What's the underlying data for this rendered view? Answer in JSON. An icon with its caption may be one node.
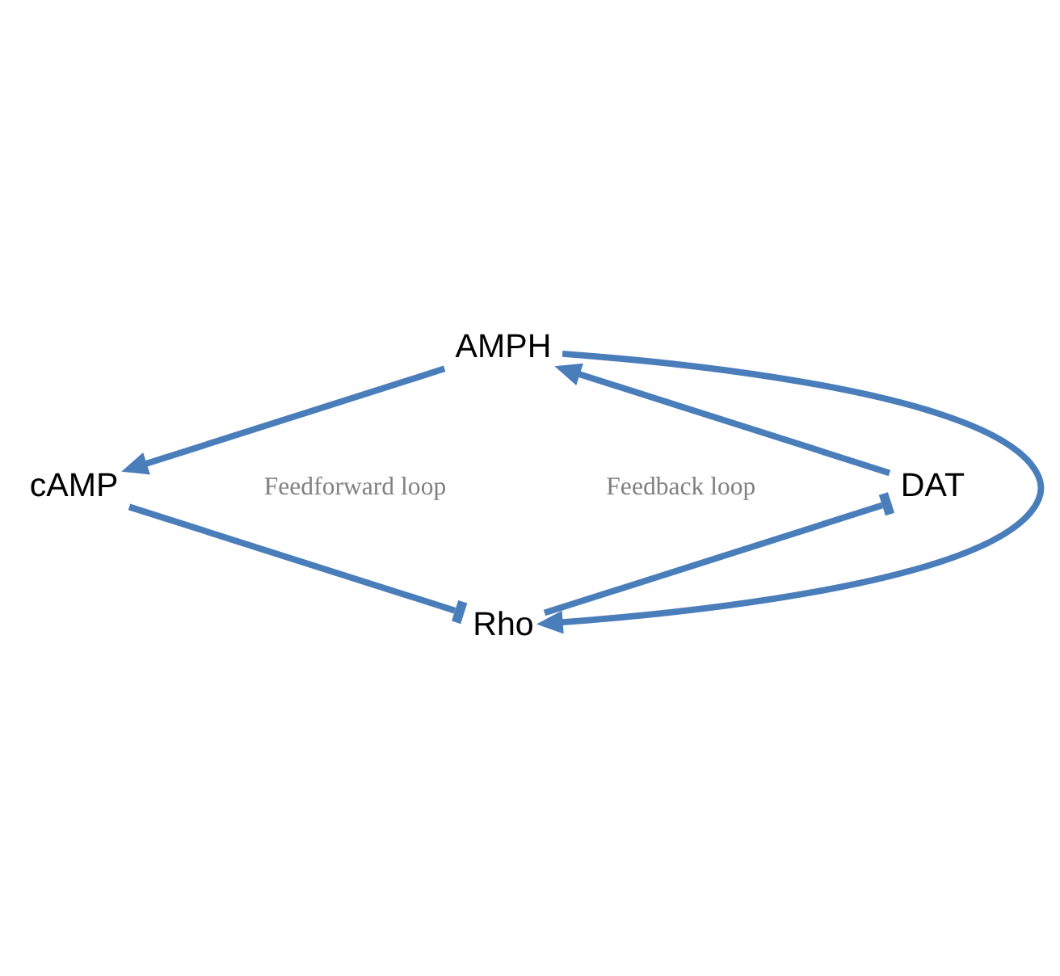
{
  "diagram": {
    "nodes": [
      {
        "text": [
          "AMPH"
        ]
      },
      {
        "text": [
          "cAMP"
        ]
      },
      {
        "text": [
          "DAT"
        ]
      },
      {
        "text": [
          "Rho"
        ]
      }
    ],
    "edges": [
      {
        "from": 0,
        "to": 1,
        "arrow": "to"
      },
      {
        "from": 0,
        "to": 3,
        "arrow": "to"
      },
      {
        "from": 2,
        "to": 0,
        "arrow": "to"
      },
      {
        "from": 1,
        "to": 3,
        "arrow": "other"
      },
      {
        "from": 3,
        "to": 2,
        "arrow": "other"
      }
    ],
    "labels": [
      "Feedforward loop",
      "Feedback loop"
    ]
  }
}
